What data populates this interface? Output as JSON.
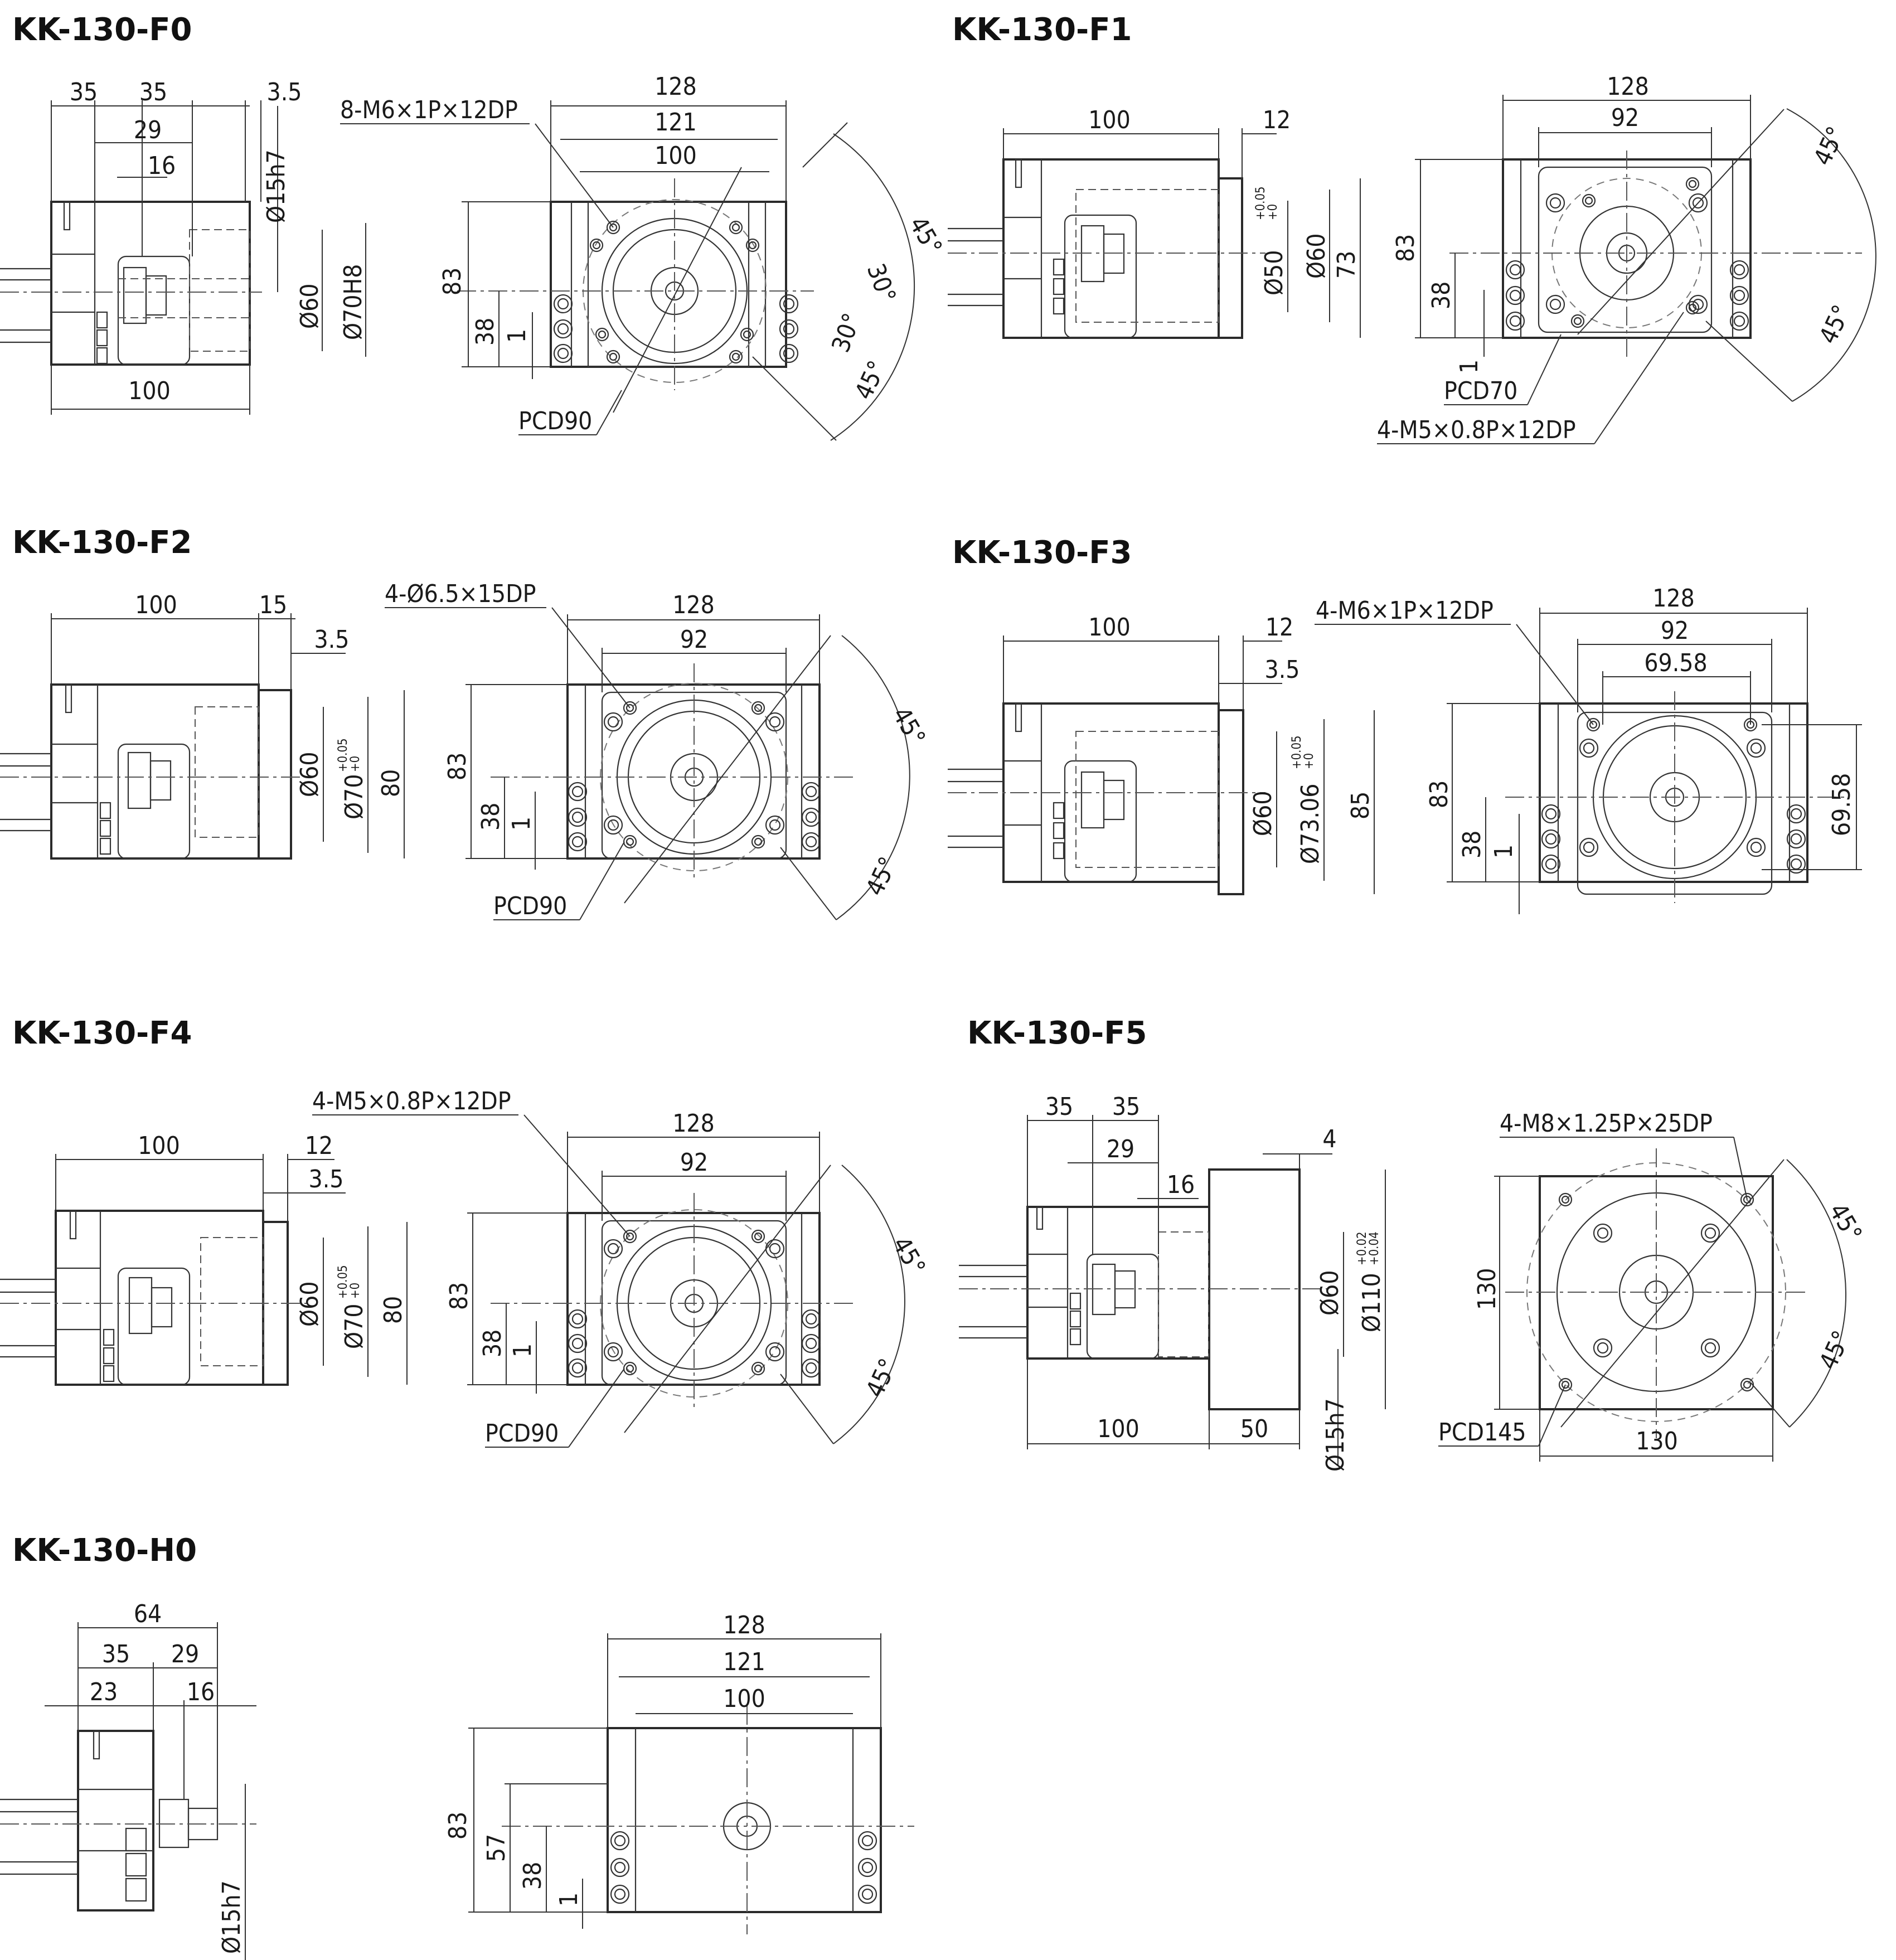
{
  "sheet_title": "",
  "views": [
    {
      "title": "KK-130-F0",
      "side": [
        "35",
        "35",
        "3.5",
        "29",
        "16",
        "Ø15h7",
        "Ø60",
        "Ø70H8",
        "100"
      ],
      "front": [
        "8-M6×1P×12DP",
        "128",
        "121",
        "100",
        "83",
        "38",
        "1",
        "45°",
        "30°",
        "30°",
        "45°",
        "PCD90"
      ]
    },
    {
      "title": "KK-130-F1",
      "side": [
        "100",
        "12",
        "Ø50",
        "+0.05",
        "+0",
        "Ø60",
        "73"
      ],
      "front": [
        "128",
        "92",
        "83",
        "38",
        "1",
        "45°",
        "45°",
        "PCD70",
        "4-M5×0.8P×12DP"
      ]
    },
    {
      "title": "KK-130-F2",
      "side": [
        "100",
        "15",
        "3.5",
        "Ø60",
        "Ø70",
        "+0.05",
        "+0",
        "80"
      ],
      "front": [
        "4-Ø6.5×15DP",
        "128",
        "92",
        "83",
        "38",
        "1",
        "45°",
        "45°",
        "PCD90"
      ]
    },
    {
      "title": "KK-130-F3",
      "side": [
        "100",
        "12",
        "3.5",
        "Ø60",
        "Ø73.06",
        "+0.05",
        "+0",
        "85"
      ],
      "front": [
        "4-M6×1P×12DP",
        "128",
        "92",
        "69.58",
        "83",
        "38",
        "1",
        "69.58"
      ]
    },
    {
      "title": "KK-130-F4",
      "side": [
        "100",
        "12",
        "3.5",
        "Ø60",
        "Ø70",
        "+0.05",
        "+0",
        "80"
      ],
      "front": [
        "4-M5×0.8P×12DP",
        "128",
        "92",
        "83",
        "38",
        "1",
        "45°",
        "45°",
        "PCD90"
      ]
    },
    {
      "title": "KK-130-F5",
      "side": [
        "35",
        "35",
        "29",
        "16",
        "4",
        "Ø60",
        "Ø110",
        "+0.02",
        "+0.04",
        "100",
        "50",
        "Ø15h7"
      ],
      "front": [
        "4-M8×1.25P×25DP",
        "130",
        "45°",
        "45°",
        "PCD145",
        "130"
      ]
    },
    {
      "title": "KK-130-H0",
      "side": [
        "64",
        "35",
        "29",
        "23",
        "16",
        "Ø15h7"
      ],
      "front": [
        "128",
        "121",
        "100",
        "83",
        "57",
        "38",
        "1"
      ]
    }
  ]
}
